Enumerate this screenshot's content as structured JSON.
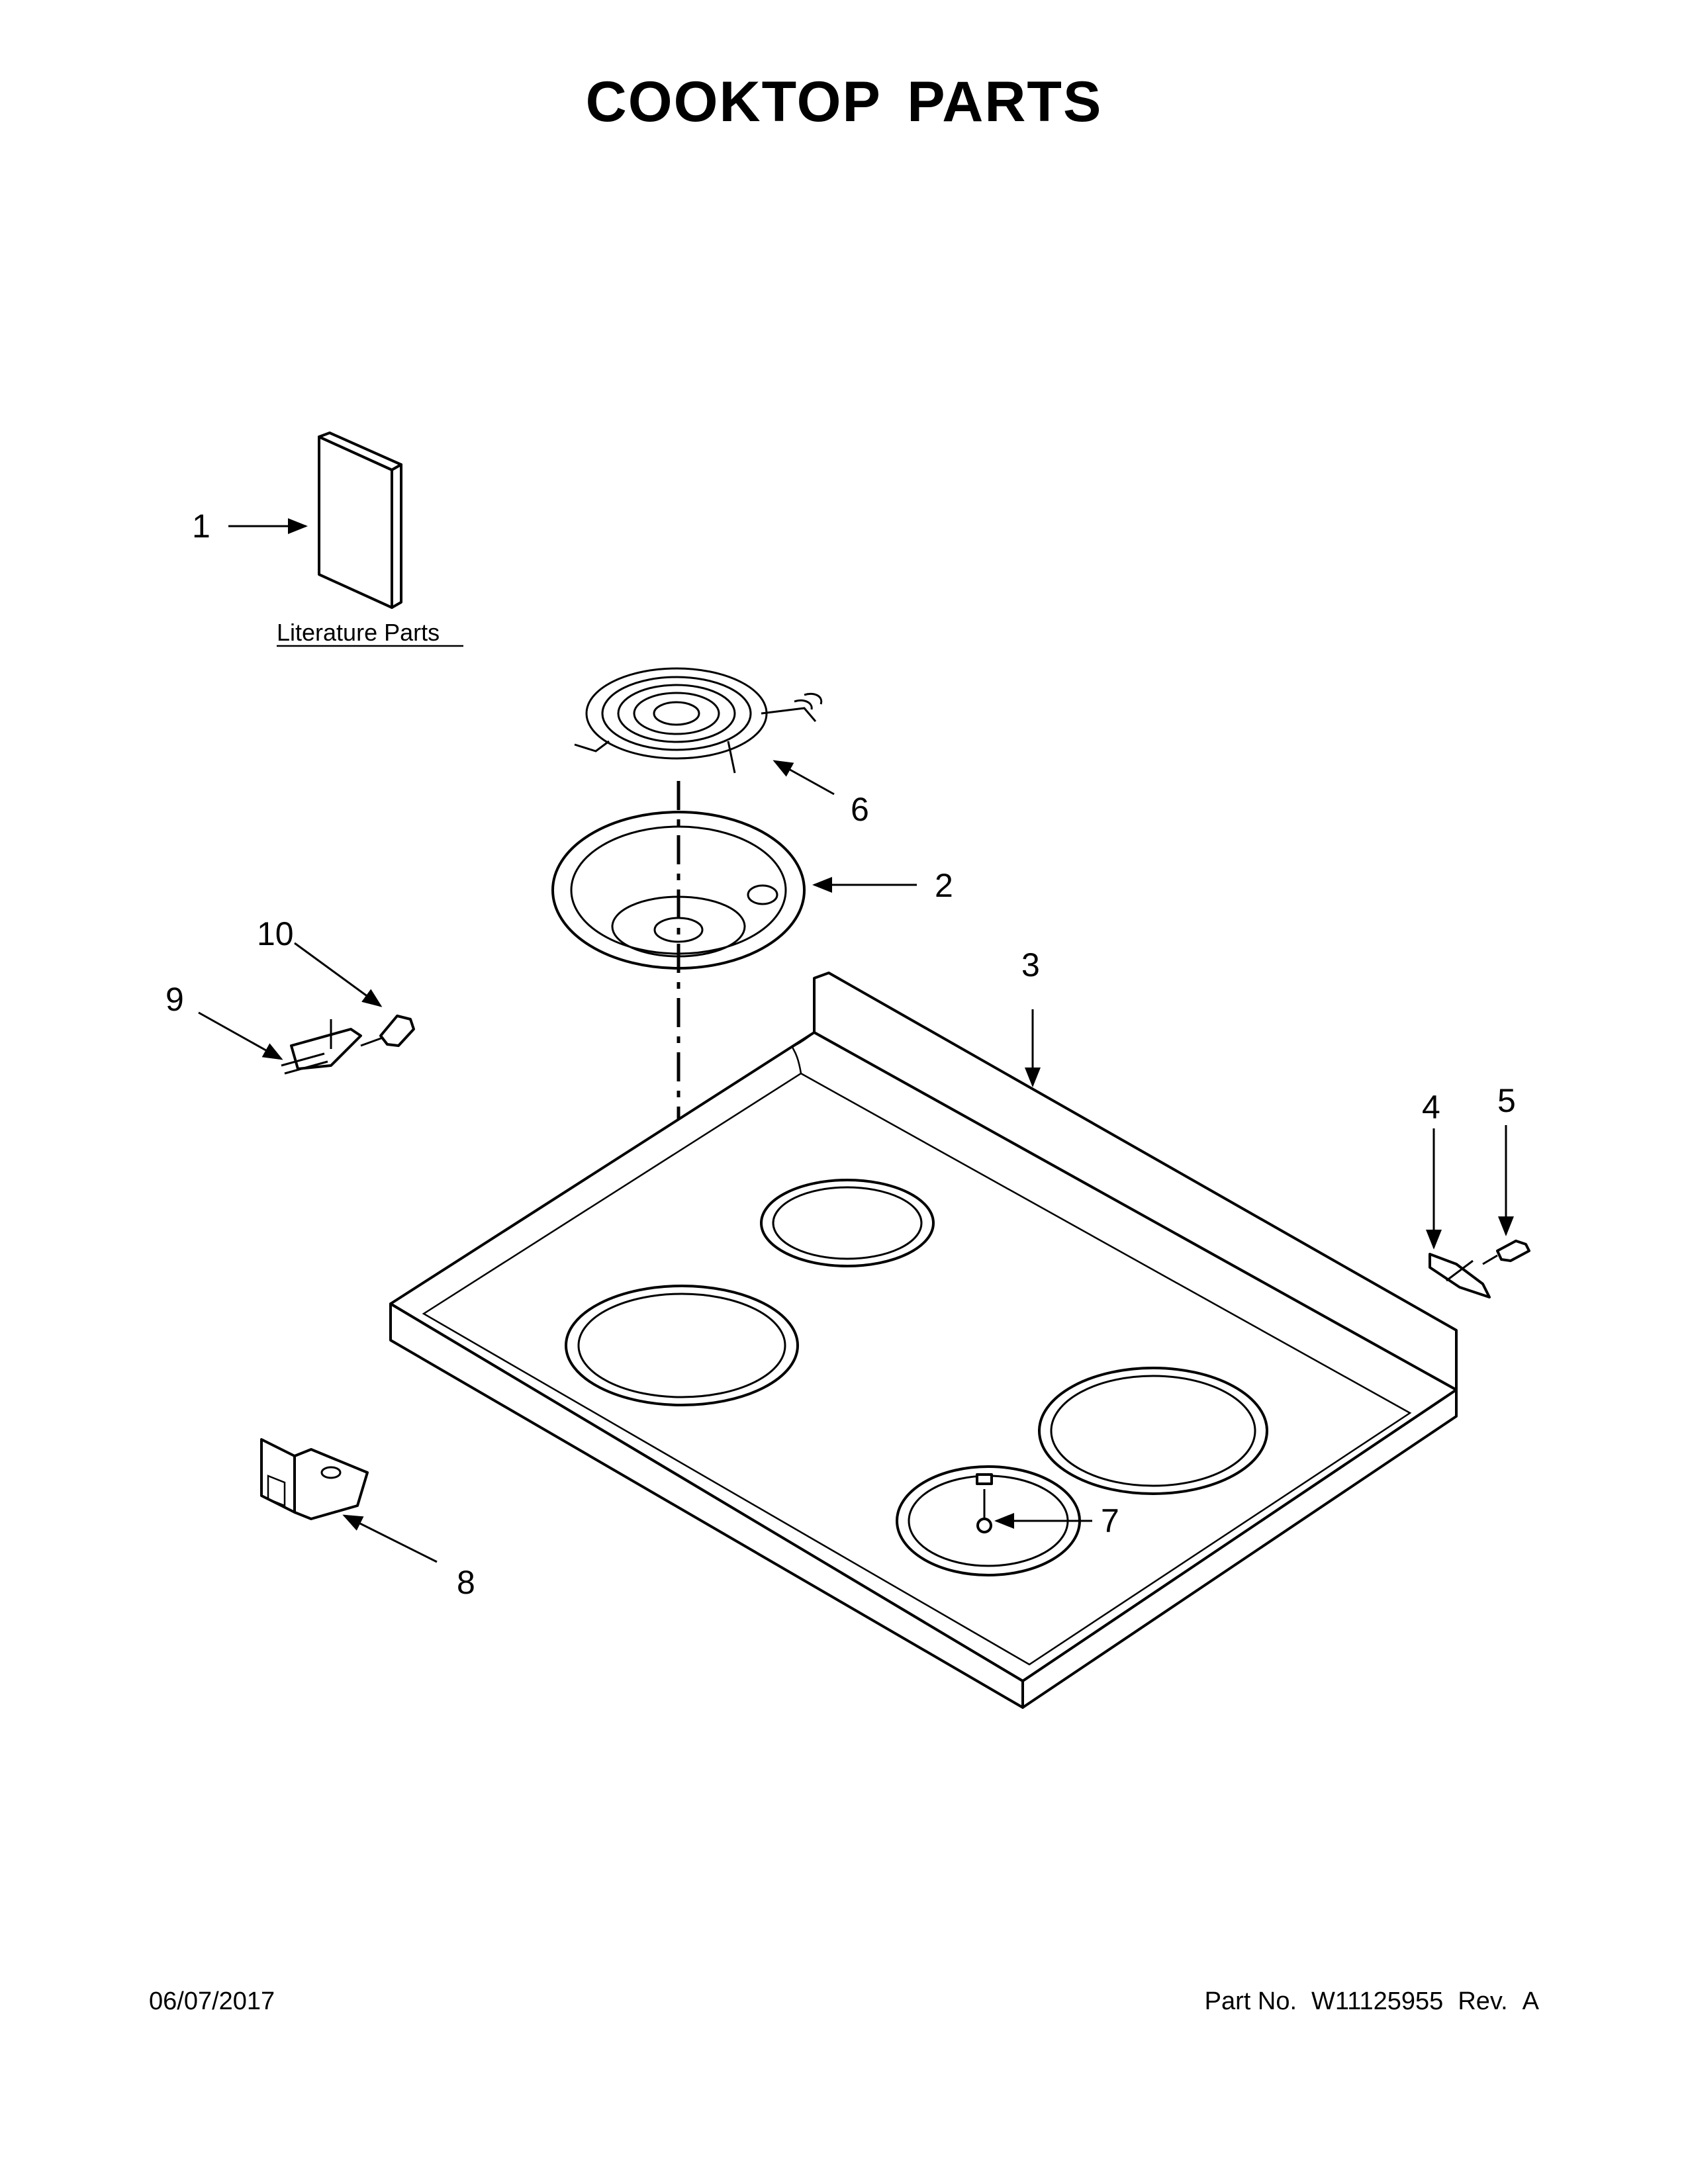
{
  "title": "COOKTOP PARTS",
  "literature_label": "Literature Parts",
  "callouts": [
    {
      "id": "1",
      "label": "1"
    },
    {
      "id": "2",
      "label": "2"
    },
    {
      "id": "3",
      "label": "3"
    },
    {
      "id": "4",
      "label": "4"
    },
    {
      "id": "5",
      "label": "5"
    },
    {
      "id": "6",
      "label": "6"
    },
    {
      "id": "7",
      "label": "7"
    },
    {
      "id": "8",
      "label": "8"
    },
    {
      "id": "9",
      "label": "9"
    },
    {
      "id": "10",
      "label": "10"
    }
  ],
  "footer": {
    "date": "06/07/2017",
    "part_no_label": "Part No.",
    "part_no": "W11125955",
    "rev_label": "Rev.",
    "rev": "A"
  }
}
